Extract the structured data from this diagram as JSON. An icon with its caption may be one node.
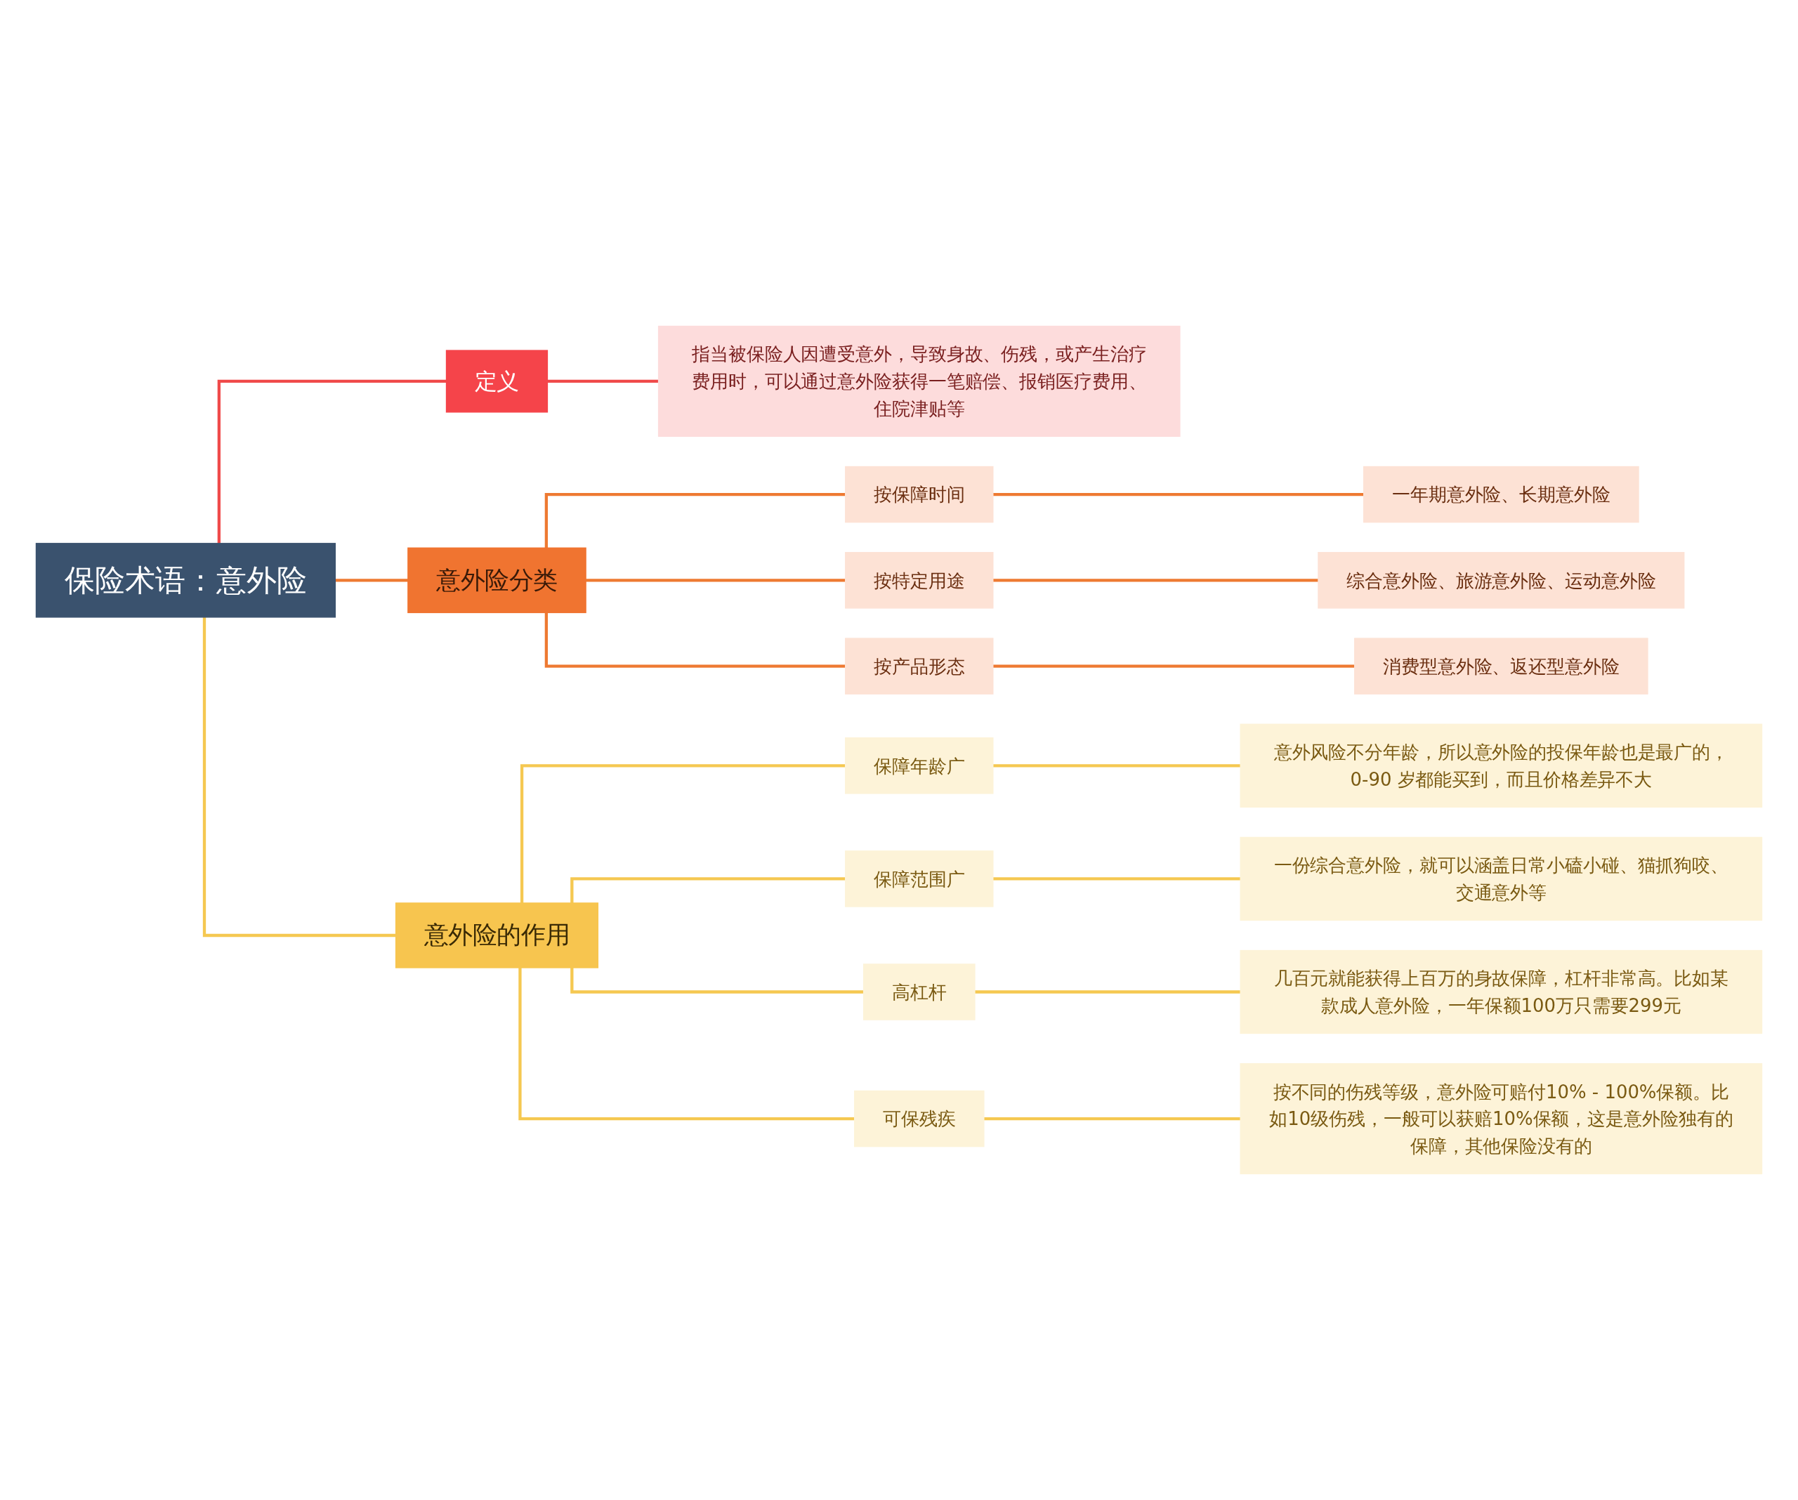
{
  "diagram": {
    "nodes": [
      {
        "text": [
          "保险术语：意外险"
        ]
      },
      {
        "text": [
          "定义"
        ]
      },
      {
        "text": [
          "指当被保险人因遭受意外，导致身故、伤残，或产生治疗费用时，可以通过意外险获得一笔赔偿、报销医疗费用、住院津贴等"
        ]
      },
      {
        "text": [
          "意外险分类"
        ]
      },
      {
        "text": [
          "按保障时间"
        ]
      },
      {
        "text": [
          "一年期意外险、长期意外险"
        ]
      },
      {
        "text": [
          "按特定用途"
        ]
      },
      {
        "text": [
          "综合意外险、旅游意外险、运动意外险"
        ]
      },
      {
        "text": [
          "按产品形态"
        ]
      },
      {
        "text": [
          "消费型意外险、返还型意外险"
        ]
      },
      {
        "text": [
          "意外险的作用"
        ]
      },
      {
        "text": [
          "保障年龄广"
        ]
      },
      {
        "text": [
          "意外风险不分年龄，所以意外险的投保年龄也是最广的，0-90 岁都能买到，而且价格差异不大"
        ]
      },
      {
        "text": [
          "保障范围广"
        ]
      },
      {
        "text": [
          "一份综合意外险，就可以涵盖日常小磕小碰、猫抓狗咬、交通意外等"
        ]
      },
      {
        "text": [
          "高杠杆"
        ]
      },
      {
        "text": [
          "几百元就能获得上百万的身故保障，杠杆非常高。比如某款成人意外险，一年保额100万只需要299元"
        ]
      },
      {
        "text": [
          "可保残疾"
        ]
      },
      {
        "text": [
          "按不同的伤残等级，意外险可赔付10% - 100%保额。比如10级伤残，一般可以获赔10%保额，这是意外险独有的保障，其他保险没有的"
        ]
      }
    ],
    "edges": [
      {
        "from": 0,
        "to": 1,
        "arrow": "none",
        "color": "#f04a4a"
      },
      {
        "from": 1,
        "to": 2,
        "arrow": "none",
        "color": "#f04a4a"
      },
      {
        "from": 0,
        "to": 3,
        "arrow": "none",
        "color": "#ee7a32"
      },
      {
        "from": 3,
        "to": 4,
        "arrow": "none",
        "color": "#ee7a32"
      },
      {
        "from": 4,
        "to": 5,
        "arrow": "none",
        "color": "#ee7a32"
      },
      {
        "from": 3,
        "to": 6,
        "arrow": "none",
        "color": "#ee7a32"
      },
      {
        "from": 6,
        "to": 7,
        "arrow": "none",
        "color": "#ee7a32"
      },
      {
        "from": 3,
        "to": 8,
        "arrow": "none",
        "color": "#ee7a32"
      },
      {
        "from": 8,
        "to": 9,
        "arrow": "none",
        "color": "#ee7a32"
      },
      {
        "from": 0,
        "to": 10,
        "arrow": "none"
      },
      {
        "from": 10,
        "to": 11,
        "arrow": "none"
      },
      {
        "from": 11,
        "to": 12,
        "arrow": "none"
      },
      {
        "from": 10,
        "to": 13,
        "arrow": "none"
      },
      {
        "from": 13,
        "to": 14,
        "arrow": "none"
      },
      {
        "from": 10,
        "to": 15,
        "arrow": "none"
      },
      {
        "from": 15,
        "to": 16,
        "arrow": "none"
      },
      {
        "from": 10,
        "to": 17,
        "arrow": "none"
      },
      {
        "from": 17,
        "to": 18,
        "arrow": "none"
      }
    ]
  }
}
